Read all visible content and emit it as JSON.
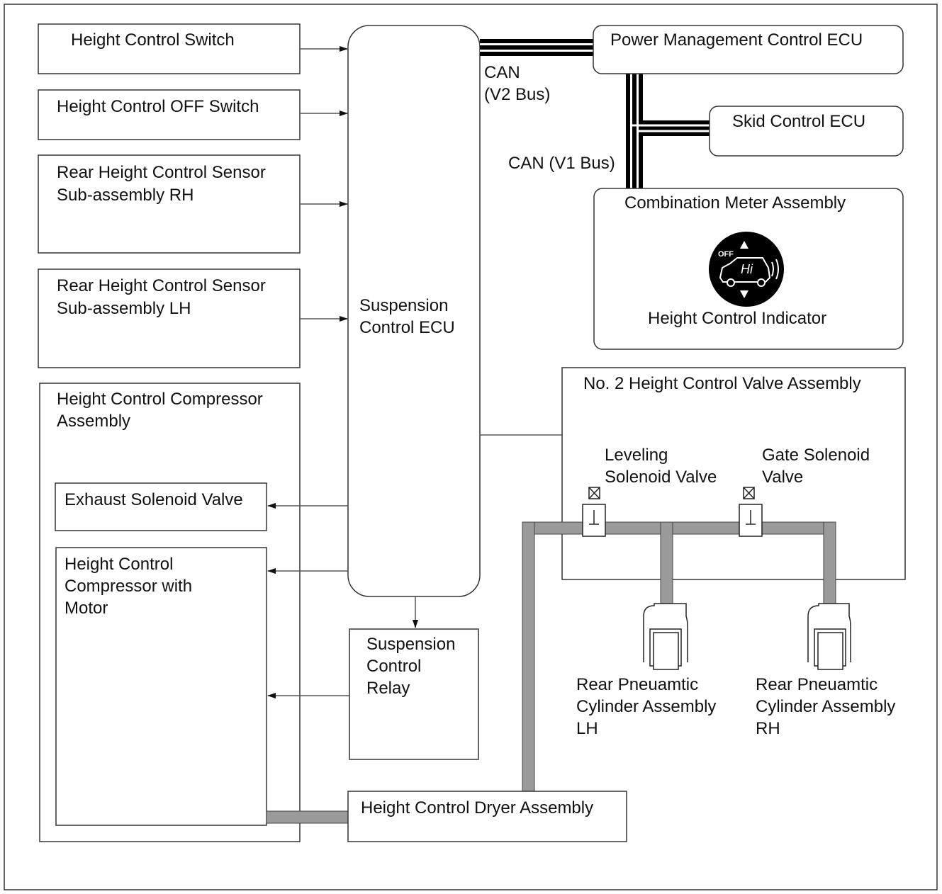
{
  "components": {
    "height_control_switch": "Height Control Switch",
    "height_control_off_switch": "Height Control OFF Switch",
    "rear_sensor_rh": [
      "Rear Height Control Sensor",
      "Sub-assembly RH"
    ],
    "rear_sensor_lh": [
      "Rear Height Control Sensor",
      "Sub-assembly LH"
    ],
    "compressor_assembly": [
      "Height Control Compressor",
      "Assembly"
    ],
    "exhaust_solenoid_valve": "Exhaust Solenoid Valve",
    "compressor_with_motor": [
      "Height Control",
      "Compressor with",
      "Motor"
    ],
    "suspension_ecu": [
      "Suspension",
      "Control ECU"
    ],
    "suspension_relay": [
      "Suspension",
      "Control",
      "Relay"
    ],
    "dryer_assembly": "Height Control Dryer Assembly",
    "power_management_ecu": "Power Management Control ECU",
    "skid_control_ecu": "Skid Control ECU",
    "combination_meter": "Combination Meter Assembly",
    "height_control_indicator": "Height Control Indicator",
    "indicator_icon": {
      "off_text": "OFF",
      "hi_text": "Hi"
    },
    "valve_assembly": "No. 2 Height Control Valve Assembly",
    "leveling_valve": [
      "Leveling",
      "Solenoid Valve"
    ],
    "gate_valve": [
      "Gate Solenoid",
      "Valve"
    ],
    "cylinder_lh": [
      "Rear Pneuamtic",
      "Cylinder Assembly",
      "LH"
    ],
    "cylinder_rh": [
      "Rear Pneuamtic",
      "Cylinder Assembly",
      "RH"
    ]
  },
  "bus_labels": {
    "can_v2": [
      "CAN",
      "(V2 Bus)"
    ],
    "can_v1": "CAN (V1 Bus)"
  }
}
